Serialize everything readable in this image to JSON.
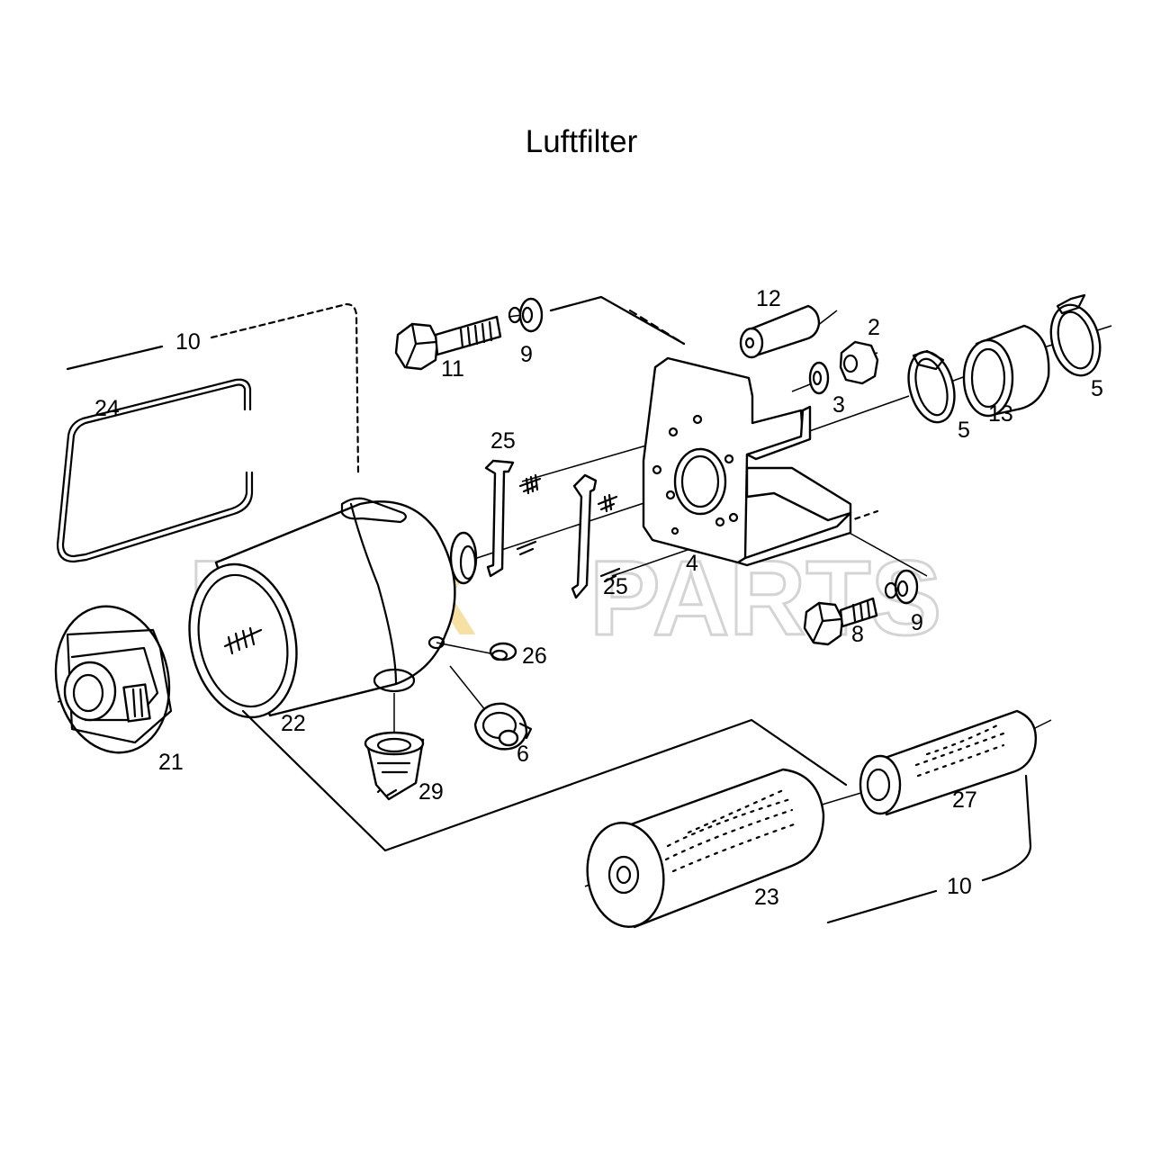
{
  "title": "Luftfilter",
  "watermark": {
    "text_left": "FU",
    "text_xx": "XX",
    "text_right": "PARTS",
    "grey": "#d9d9d9",
    "accent": "#f5d27a"
  },
  "labels": {
    "l10a": "10",
    "l11": "11",
    "l9a": "9",
    "l12": "12",
    "l2": "2",
    "l3": "3",
    "l5a": "5",
    "l13": "13",
    "l5b": "5",
    "l24": "24",
    "l25a": "25",
    "l25b": "25",
    "l4": "4",
    "l8": "8",
    "l9b": "9",
    "l26": "26",
    "l22": "22",
    "l21": "21",
    "l6": "6",
    "l29": "29",
    "l27": "27",
    "l23": "23",
    "l10b": "10"
  }
}
